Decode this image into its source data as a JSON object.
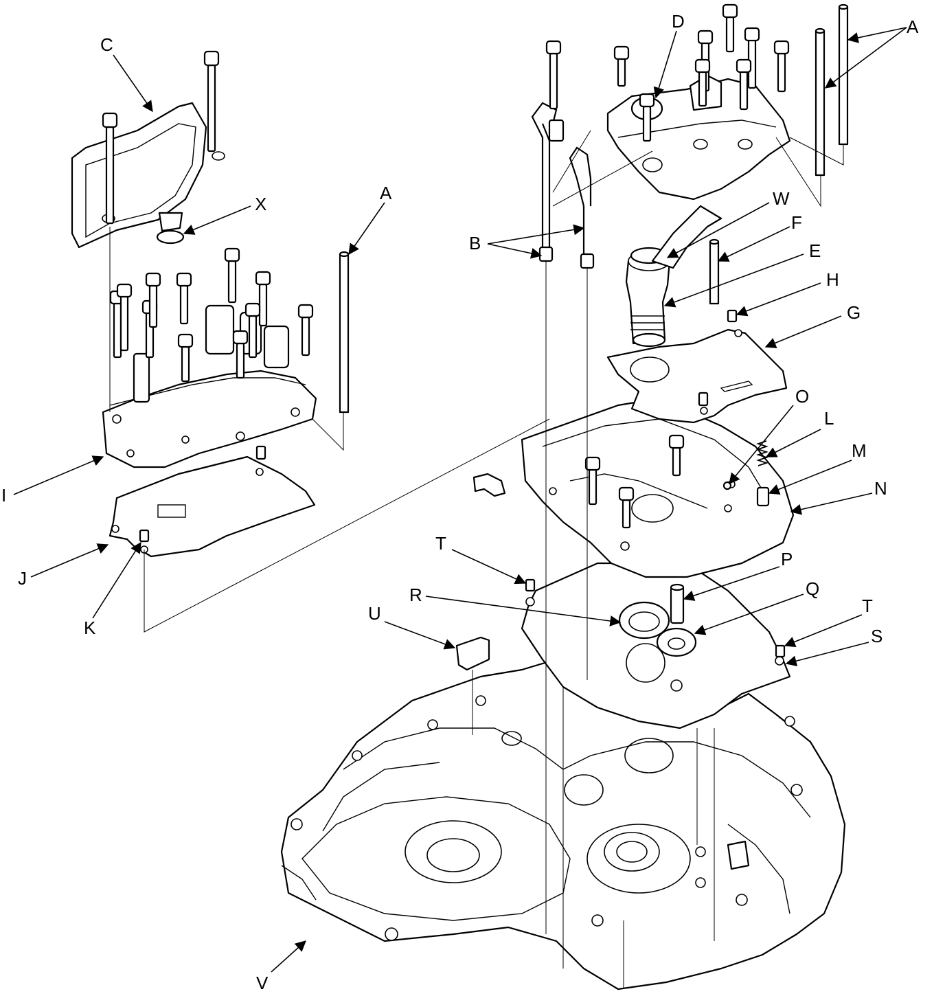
{
  "colors": {
    "ink": "#000000",
    "paper": "#ffffff"
  },
  "callouts": [
    {
      "id": "A1",
      "text": "A"
    },
    {
      "id": "A2",
      "text": "A"
    },
    {
      "id": "B",
      "text": "B"
    },
    {
      "id": "C",
      "text": "C"
    },
    {
      "id": "D",
      "text": "D"
    },
    {
      "id": "E",
      "text": "E"
    },
    {
      "id": "F",
      "text": "F"
    },
    {
      "id": "G",
      "text": "G"
    },
    {
      "id": "H",
      "text": "H"
    },
    {
      "id": "I",
      "text": "I"
    },
    {
      "id": "J",
      "text": "J"
    },
    {
      "id": "K",
      "text": "K"
    },
    {
      "id": "L",
      "text": "L"
    },
    {
      "id": "M",
      "text": "M"
    },
    {
      "id": "N",
      "text": "N"
    },
    {
      "id": "O",
      "text": "O"
    },
    {
      "id": "P",
      "text": "P"
    },
    {
      "id": "Q",
      "text": "Q"
    },
    {
      "id": "R",
      "text": "R"
    },
    {
      "id": "S",
      "text": "S"
    },
    {
      "id": "T1",
      "text": "T"
    },
    {
      "id": "T2",
      "text": "T"
    },
    {
      "id": "U",
      "text": "U"
    },
    {
      "id": "V",
      "text": "V"
    },
    {
      "id": "W",
      "text": "W"
    },
    {
      "id": "X",
      "text": "X"
    }
  ]
}
